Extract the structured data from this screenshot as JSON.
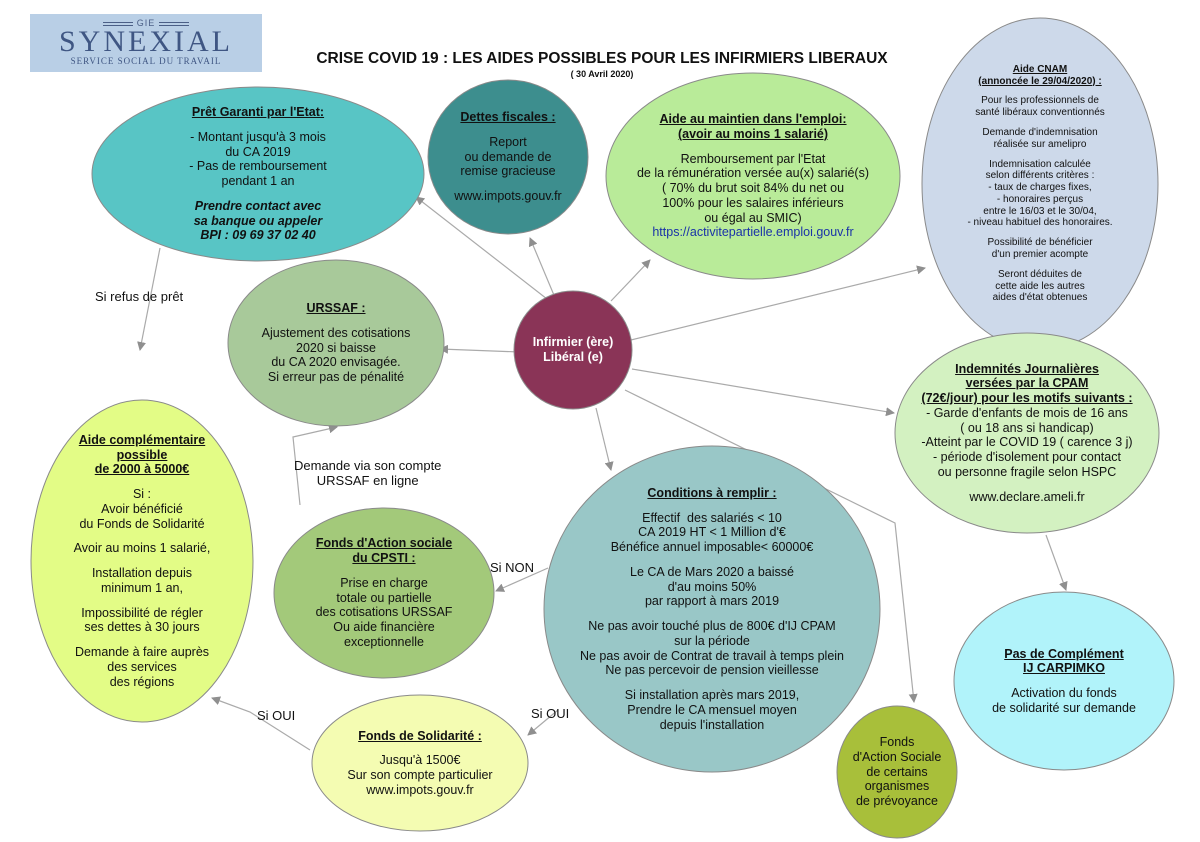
{
  "logo": {
    "gie": "GIE",
    "name": "SYNEXIAL",
    "tagline": "SERVICE SOCIAL DU TRAVAIL"
  },
  "header": {
    "title": "CRISE COVID 19 : LES AIDES POSSIBLES POUR LES INFIRMIERS LIBERAUX",
    "date": "( 30 Avril 2020)"
  },
  "nodes": {
    "center": {
      "lines": [
        "Infirmier (ère)",
        "Libéral (e)"
      ]
    },
    "pret": {
      "title": [
        "Prêt Garanti par l'Etat:"
      ],
      "lines": [
        "",
        "- Montant jusqu'à 3 mois",
        "du CA 2019",
        "- Pas de remboursement",
        "pendant 1 an",
        "",
        "Prendre contact avec",
        "sa banque ou appeler",
        "BPI : 09 69 37 02 40"
      ]
    },
    "dettes": {
      "title": [
        "Dettes fiscales :"
      ],
      "lines": [
        "",
        "Report",
        "ou demande de",
        "remise gracieuse",
        "",
        "www.impots.gouv.fr"
      ]
    },
    "emploi": {
      "title": [
        "Aide au maintien dans l'emploi:",
        "(avoir au moins 1 salarié)"
      ],
      "lines": [
        "",
        "Remboursement par l'Etat",
        "de la rémunération versée au(x) salarié(s)",
        "( 70% du brut soit 84% du net ou",
        "100% pour les salaires inférieurs",
        "ou égal au SMIC)",
        "https://activitepartielle.emploi.gouv.fr"
      ]
    },
    "cnam": {
      "title": [
        "Aide CNAM",
        "(annoncée le 29/04/2020) :"
      ],
      "lines": [
        "",
        "Pour les professionnels de",
        "santé libéraux conventionnés",
        "",
        "Demande d'indemnisation",
        "réalisée sur amelipro",
        "",
        "Indemnisation calculée",
        "selon différents critères :",
        "- taux de charges fixes,",
        "- honoraires perçus",
        "entre le 16/03 et le 30/04,",
        "- niveau habituel des honoraires.",
        "",
        "Possibilité de bénéficier",
        "d'un premier acompte",
        "",
        "Seront déduites de",
        "cette aide les autres",
        "aides d'état obtenues"
      ]
    },
    "urssaf": {
      "title": [
        "URSSAF :"
      ],
      "lines": [
        "",
        "Ajustement des cotisations",
        "2020 si baisse",
        "du CA 2020 envisagée.",
        "Si erreur pas de pénalité"
      ]
    },
    "ij": {
      "title": [
        "Indemnités Journalières",
        "versées par la CPAM",
        "(72€/jour) pour les motifs suivants :"
      ],
      "lines": [
        "- Garde d'enfants de mois de 16 ans",
        "( ou 18 ans si handicap)",
        "-Atteint par le COVID 19 ( carence 3 j)",
        "- période d'isolement pour contact",
        "ou personne fragile selon HSPC",
        "",
        "www.declare.ameli.fr"
      ]
    },
    "complementaire": {
      "title": [
        "Aide complémentaire",
        "possible",
        "de 2000 à 5000€"
      ],
      "lines": [
        "",
        "Si :",
        "Avoir bénéficié",
        "du Fonds de Solidarité",
        "",
        "Avoir au moins 1 salarié,",
        "",
        "Installation depuis",
        "minimum 1 an,",
        "",
        "Impossibilité de régler",
        "ses dettes à 30 jours",
        "",
        "Demande à faire auprès",
        "des services",
        "des régions"
      ]
    },
    "conditions": {
      "title": [
        "Conditions à remplir :"
      ],
      "lines": [
        "",
        "Effectif  des salariés < 10",
        "CA 2019 HT < 1 Million d'€",
        "Bénéfice annuel imposable< 60000€",
        "",
        "Le CA de Mars 2020 a baissé",
        "d'au moins 50%",
        "par rapport à mars 2019",
        "",
        "Ne pas avoir touché plus de 800€ d'IJ CPAM",
        "sur la période",
        "Ne pas avoir de Contrat de travail à temps plein",
        "Ne pas percevoir de pension vieillesse",
        "",
        "Si installation après mars 2019,",
        "Prendre le CA mensuel moyen",
        "depuis l'installation"
      ]
    },
    "cpsti": {
      "title": [
        "Fonds d'Action sociale",
        "du CPSTI :"
      ],
      "lines": [
        "",
        "Prise en charge",
        "totale ou partielle",
        "des cotisations URSSAF",
        "Ou aide financière",
        "exceptionnelle"
      ]
    },
    "carpimko": {
      "title": [
        "Pas de Complément",
        "IJ CARPIMKO"
      ],
      "lines": [
        "",
        "Activation du fonds",
        "de solidarité sur demande"
      ]
    },
    "solidarite": {
      "title": [
        "Fonds de Solidarité :"
      ],
      "lines": [
        "",
        "Jusqu'à 1500€",
        "Sur son compte particulier",
        "www.impots.gouv.fr"
      ]
    },
    "prevoyance": {
      "title": [],
      "lines": [
        "Fonds",
        "d'Action Sociale",
        "de certains",
        "organismes",
        "de prévoyance"
      ]
    }
  },
  "edge_labels": {
    "refus": "Si refus de prêt",
    "urssaf_compte": "Demande via son compte\nURSSAF en ligne",
    "si_non": "Si NON",
    "si_oui_left": "Si OUI",
    "si_oui_right": "Si OUI"
  },
  "colors": {
    "center": "#8a3457",
    "pret": "#58c5c5",
    "dettes": "#3d8e8e",
    "emploi": "#b9eb99",
    "cnam": "#cdd9ea",
    "urssaf": "#a8c99a",
    "ij": "#d3f1c1",
    "complementaire": "#e3fc86",
    "conditions": "#99c7c7",
    "cpsti": "#a3c97a",
    "carpimko": "#b1f3fa",
    "solidarite": "#f4fcb2",
    "prevoyance": "#a8bf3a",
    "edge": "#aaaaaa",
    "arrowhead": "#8f8f8f",
    "outline": "#8a8a8a"
  }
}
